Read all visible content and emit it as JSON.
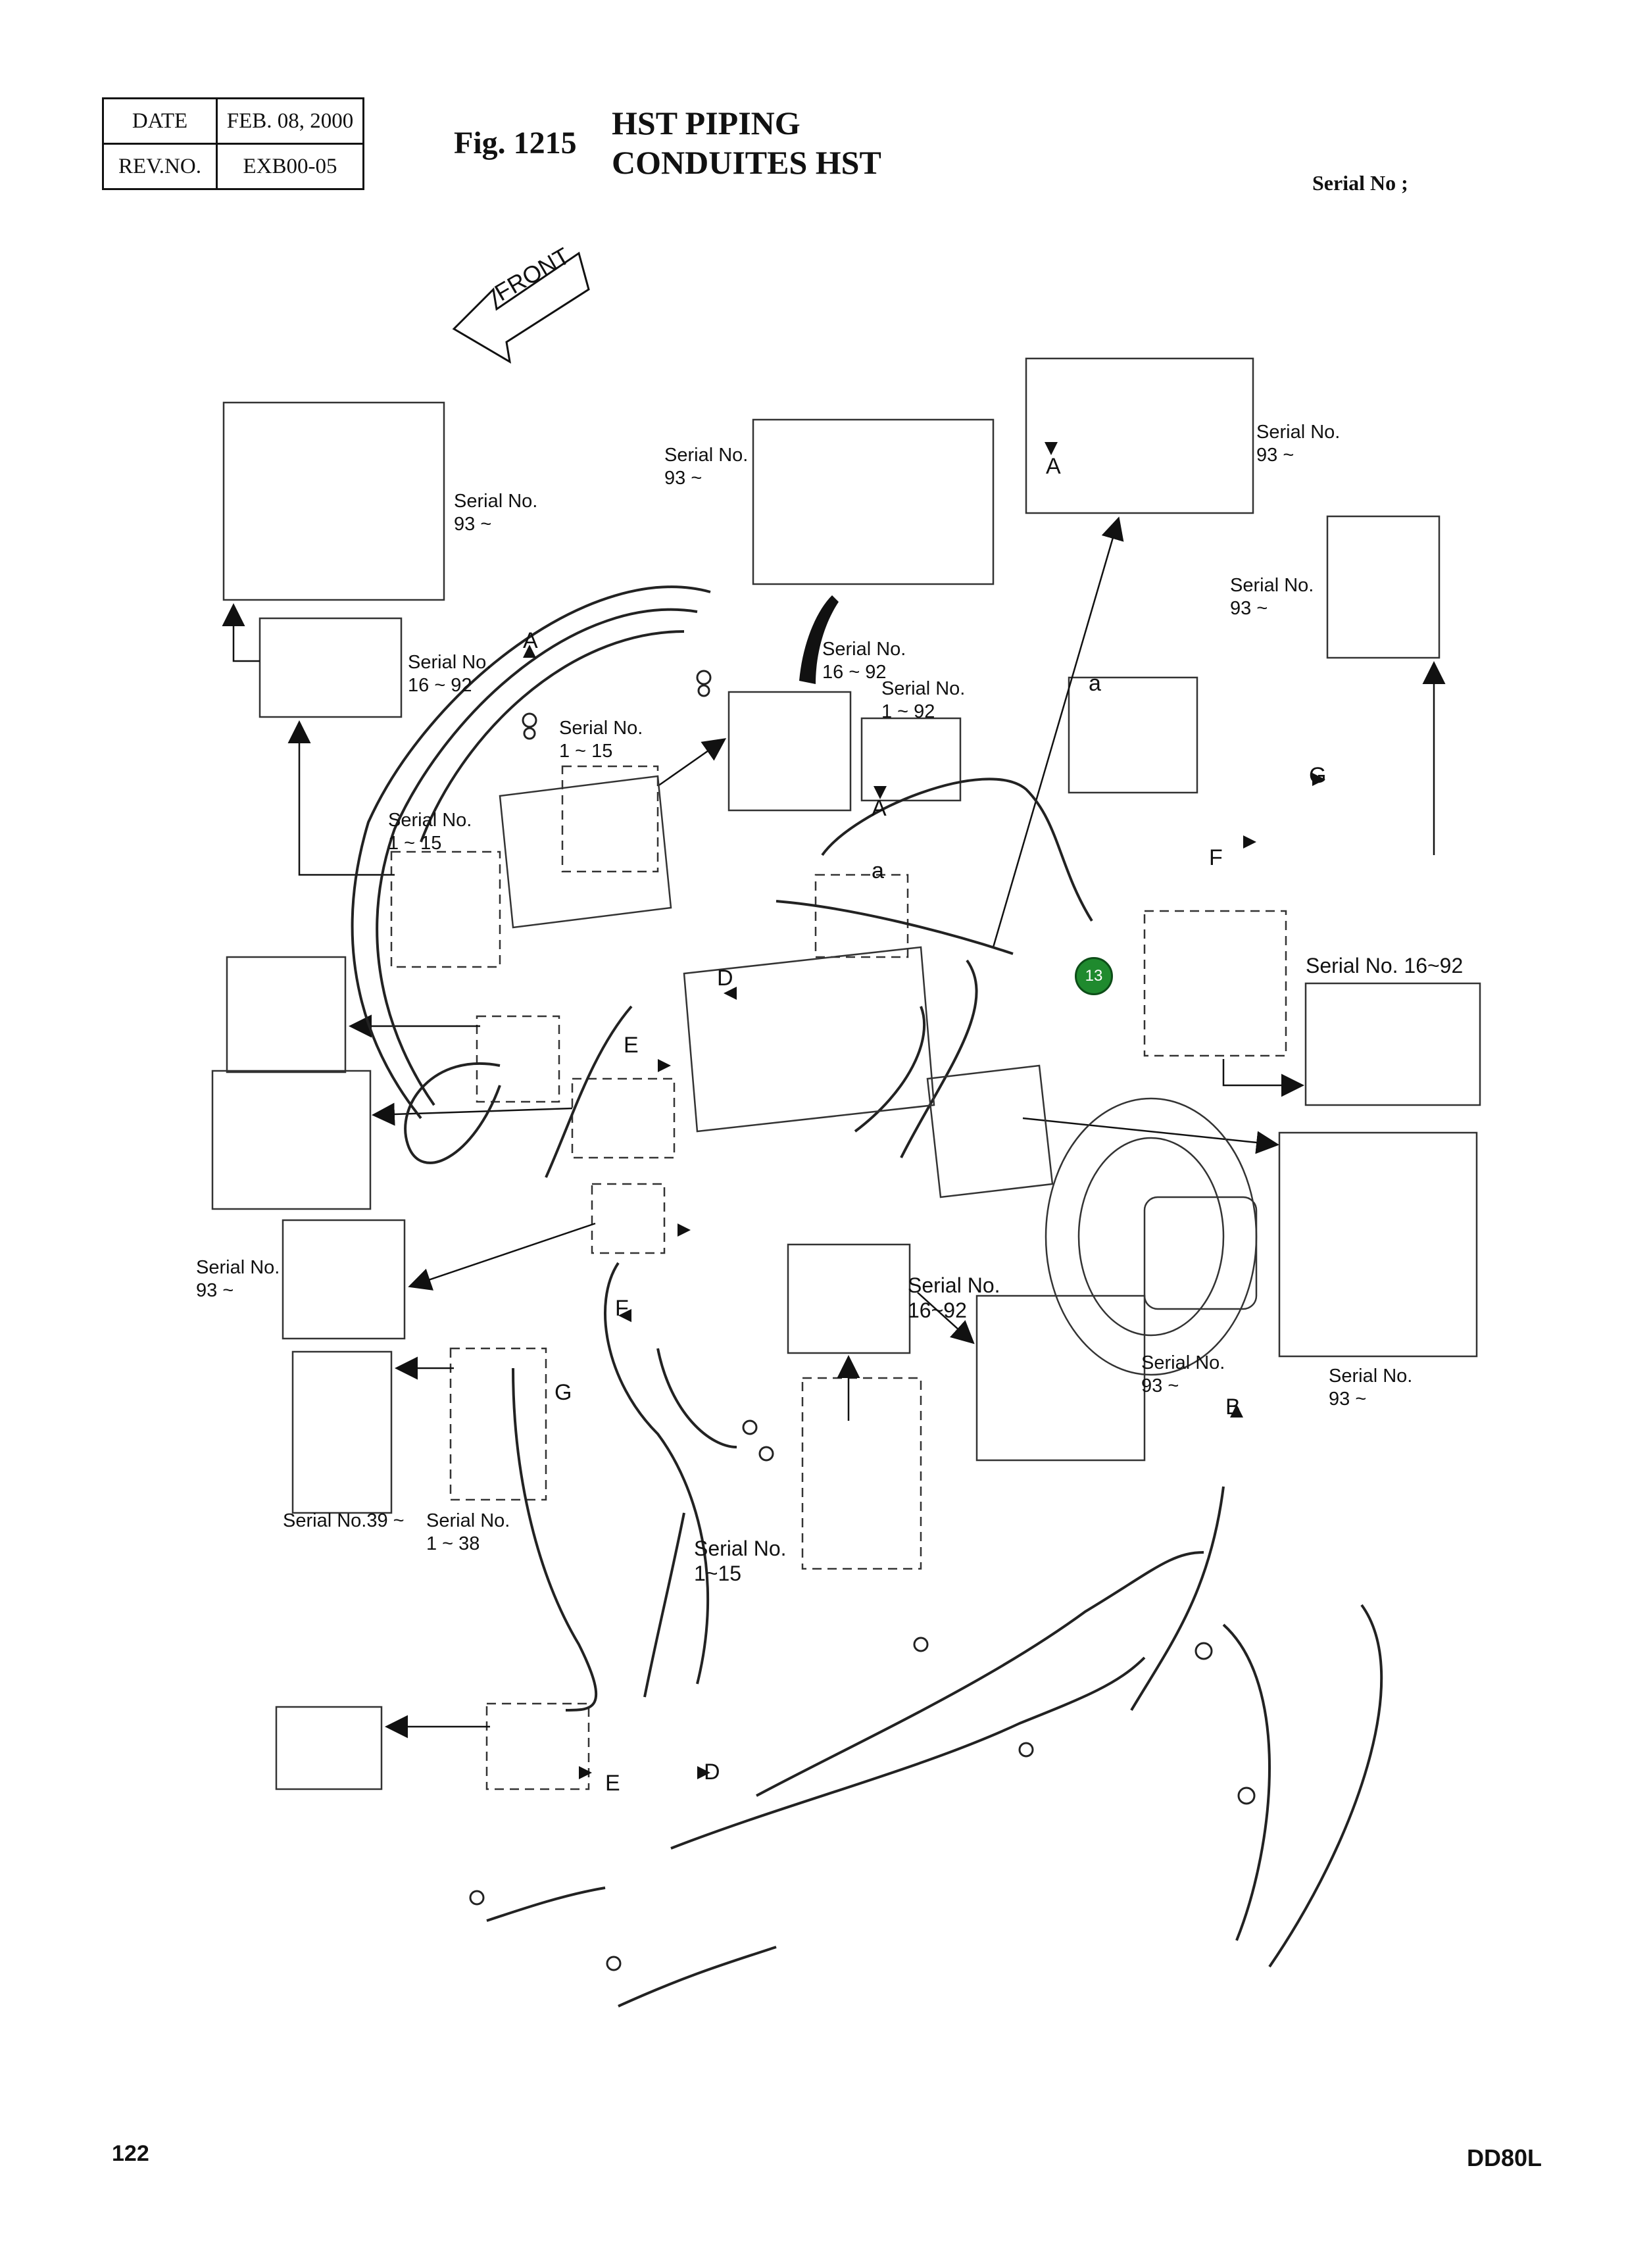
{
  "header": {
    "date_label": "DATE",
    "date_value": "FEB. 08, 2000",
    "rev_label": "REV.NO.",
    "rev_value": "EXB00-05",
    "fig_number": "Fig. 1215",
    "title_en": "HST PIPING",
    "title_fr": "CONDUITES HST",
    "serial_no": "Serial No ;"
  },
  "front_arrow_label": "FRONT",
  "callouts": {
    "s93_top_left": "Serial No.\n93 ~",
    "s93_top_mid": "Serial No.\n93 ~",
    "s93_top_right": "Serial No.\n93 ~",
    "s93_right": "Serial No.\n93 ~",
    "s16_92_left": "Serial No.\n16 ~ 92",
    "s1_15_mid": "Serial No.\n1 ~ 15",
    "s1_15_left": "Serial No.\n1 ~ 15",
    "s16_92_arrow": "Serial No.\n16 ~ 92",
    "s1_92": "Serial No.\n1 ~ 92",
    "s16_92_right": "Serial No. 16~92",
    "s93_left": "Serial No.\n93 ~",
    "s16_92_center": "Serial No.\n16~92",
    "s93_center_right": "Serial No.\n93 ~",
    "s93_bottom_right": "Serial No.\n93 ~",
    "s39": "Serial No.39 ~",
    "s1_38": "Serial No.\n1 ~ 38",
    "s1_15_bottom": "Serial No.\n1~15"
  },
  "view_letters": {
    "A1": "A",
    "A2": "A",
    "A3": "A",
    "a1": "a",
    "a2": "a",
    "B": "B",
    "D1": "D",
    "D2": "D",
    "E1": "E",
    "E2": "E",
    "F1": "F",
    "F2": "F",
    "G1": "G",
    "G2": "G"
  },
  "part_marker": {
    "number": "13",
    "color": "#1f8a2e"
  },
  "footer": {
    "page_number": "122",
    "model": "DD80L"
  }
}
